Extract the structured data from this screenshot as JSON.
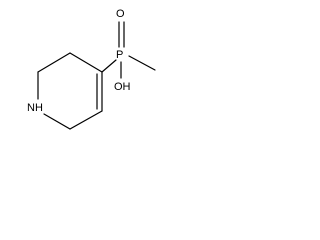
{
  "molecule": {
    "atoms": {
      "oxygen_double": "O",
      "phosphorus": "P",
      "hydroxyl": "OH",
      "nitrogen": "NH"
    }
  },
  "colors": {
    "bond": "#000000",
    "background": "#ffffff"
  }
}
